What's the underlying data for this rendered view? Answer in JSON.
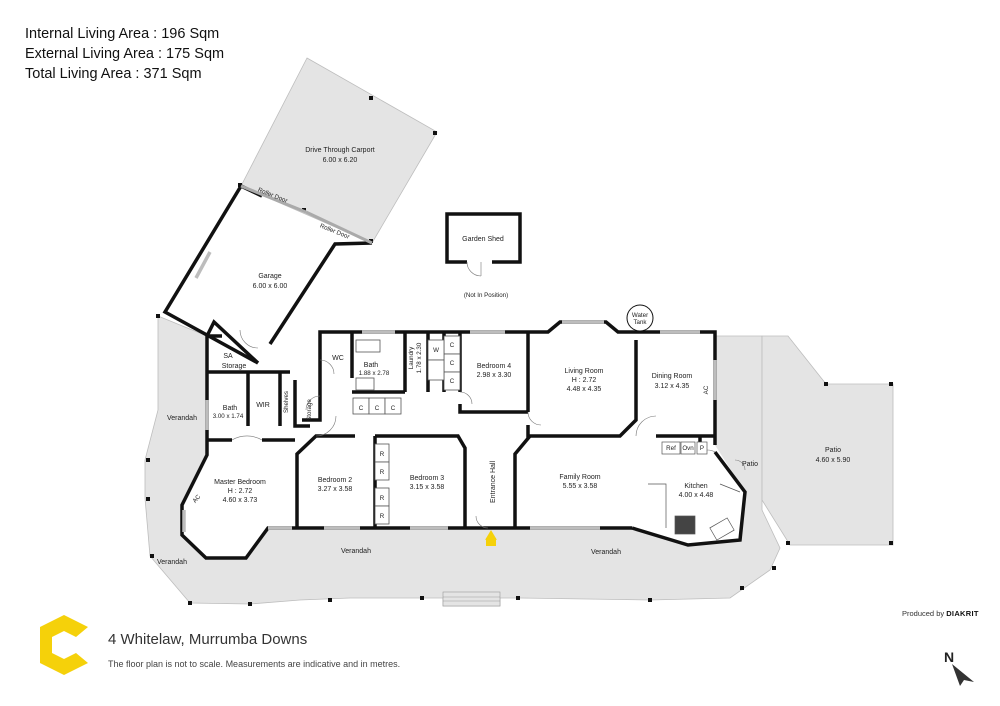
{
  "areas": {
    "internal": "Internal Living Area : 196 Sqm",
    "external": "External Living Area : 175 Sqm",
    "total": "Total Living Area : 371 Sqm"
  },
  "rooms": {
    "carport_name": "Drive Through Carport",
    "carport_dim": "6.00 x 6.20",
    "roller_door": "Roller Door",
    "garage_name": "Garage",
    "garage_dim": "6.00 x 6.00",
    "garden_shed": "Garden Shed",
    "not_in_position": "(Not In Position)",
    "water_tank": [
      "Water",
      "Tank"
    ],
    "sa": "SA",
    "storage": "Storage",
    "wc": "WC",
    "bath_name": "Bath",
    "bath_dim": "1.88 x 2.78",
    "laundry_name": "Laundry",
    "laundry_dim": "1.78 x 2.30",
    "w": "W",
    "c": "C",
    "r": "R",
    "bedroom4_name": "Bedroom 4",
    "bedroom4_dim": "2.98 x 3.30",
    "living_name": "Living Room",
    "living_h": "H : 2.72",
    "living_dim": "4.48 x 4.35",
    "dining_name": "Dining Room",
    "dining_dim": "3.12 x 4.35",
    "ac": "AC",
    "patio_name": "Patio",
    "patio_dim": "4.60 x 5.90",
    "patio_small": "Patio",
    "ref": "Ref",
    "ovn": "Ovn",
    "p": "P",
    "kitchen_name": "Kitchen",
    "kitchen_dim": "4.00 x 4.48",
    "family_name": "Family Room",
    "family_dim": "5.55 x 3.58",
    "entrance_hall": "Entrance Hall",
    "bedroom3_name": "Bedroom 3",
    "bedroom3_dim": "3.15 x 3.58",
    "bedroom2_name": "Bedroom 2",
    "bedroom2_dim": "3.27 x 3.58",
    "master_name": "Master Bedroom",
    "master_h": "H : 2.72",
    "master_dim": "4.60 x 3.73",
    "bath2_name": "Bath",
    "bath2_dim": "3.00 x 1.74",
    "wir": "WIR",
    "shelves": "Shelves",
    "storage_small": "Storage",
    "verandah": "Verandah"
  },
  "footer": {
    "address": "4 Whitelaw, Murrumba Downs",
    "note": "The floor plan is not to scale. Measurements are indicative and in metres.",
    "produced_by": "Produced by",
    "brand": "DIAKRIT",
    "north": "N"
  },
  "colors": {
    "logo_yellow": "#f5d10a",
    "wall": "#111111",
    "outdoor_fill": "#e4e4e4",
    "window": "#bdbdbd"
  }
}
